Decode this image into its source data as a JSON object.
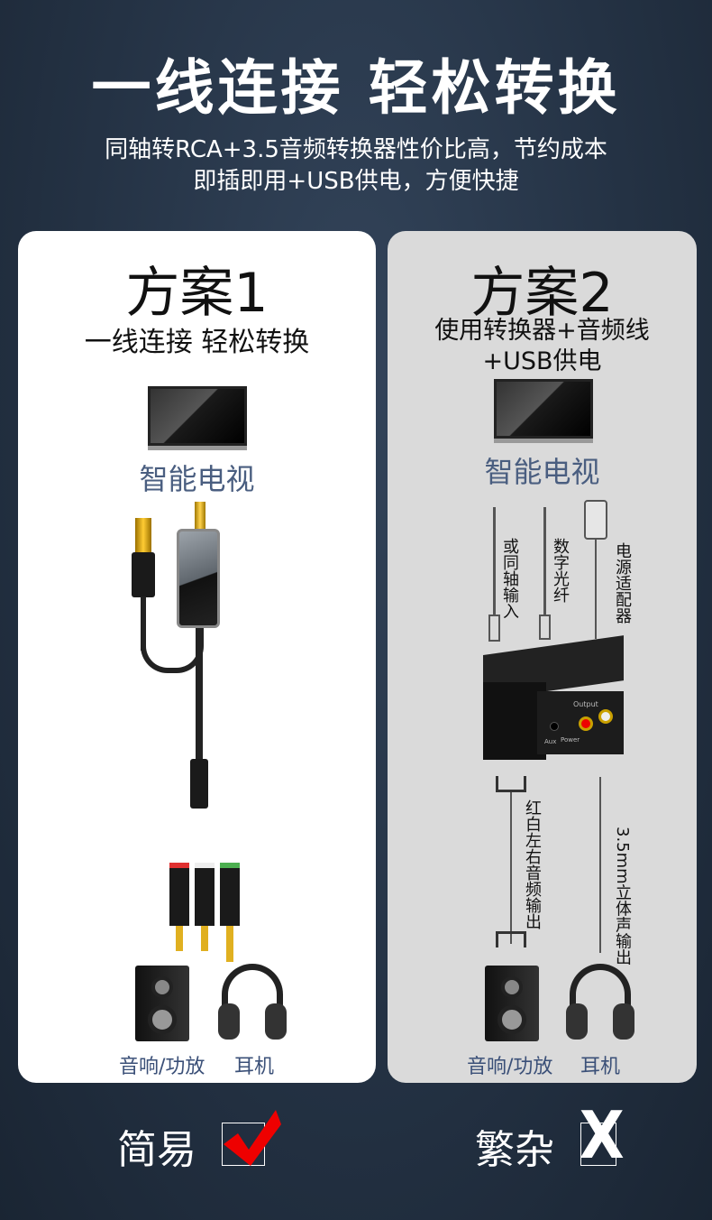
{
  "header": {
    "title": "一线连接  轻松转换",
    "subtitle_line1": "同轴转RCA+3.5音频转换器性价比高，节约成本",
    "subtitle_line2": "即插即用+USB供电，方便快捷"
  },
  "plan1": {
    "title": "方案1",
    "description": "一线连接 轻松转换",
    "tv_label": "智能电视",
    "speaker_label": "音响/功放",
    "headphone_label": "耳机"
  },
  "plan2": {
    "title": "方案2",
    "description_line1": "使用转换器+音频线",
    "description_line2": "+USB供电",
    "tv_label": "智能电视",
    "coax_label": "或同轴输入",
    "optical_label": "数字光纤",
    "adapter_label": "电源适配器",
    "rca_label": "红白左右音频输出",
    "stereo_label": "3.5mm立体声输出",
    "box_output": "Output",
    "box_aux": "Aux",
    "box_power": "Power",
    "speaker_label": "音响/功放",
    "headphone_label": "耳机"
  },
  "footer": {
    "simple": "简易",
    "complex": "繁杂",
    "check_color": "#ee0000"
  }
}
